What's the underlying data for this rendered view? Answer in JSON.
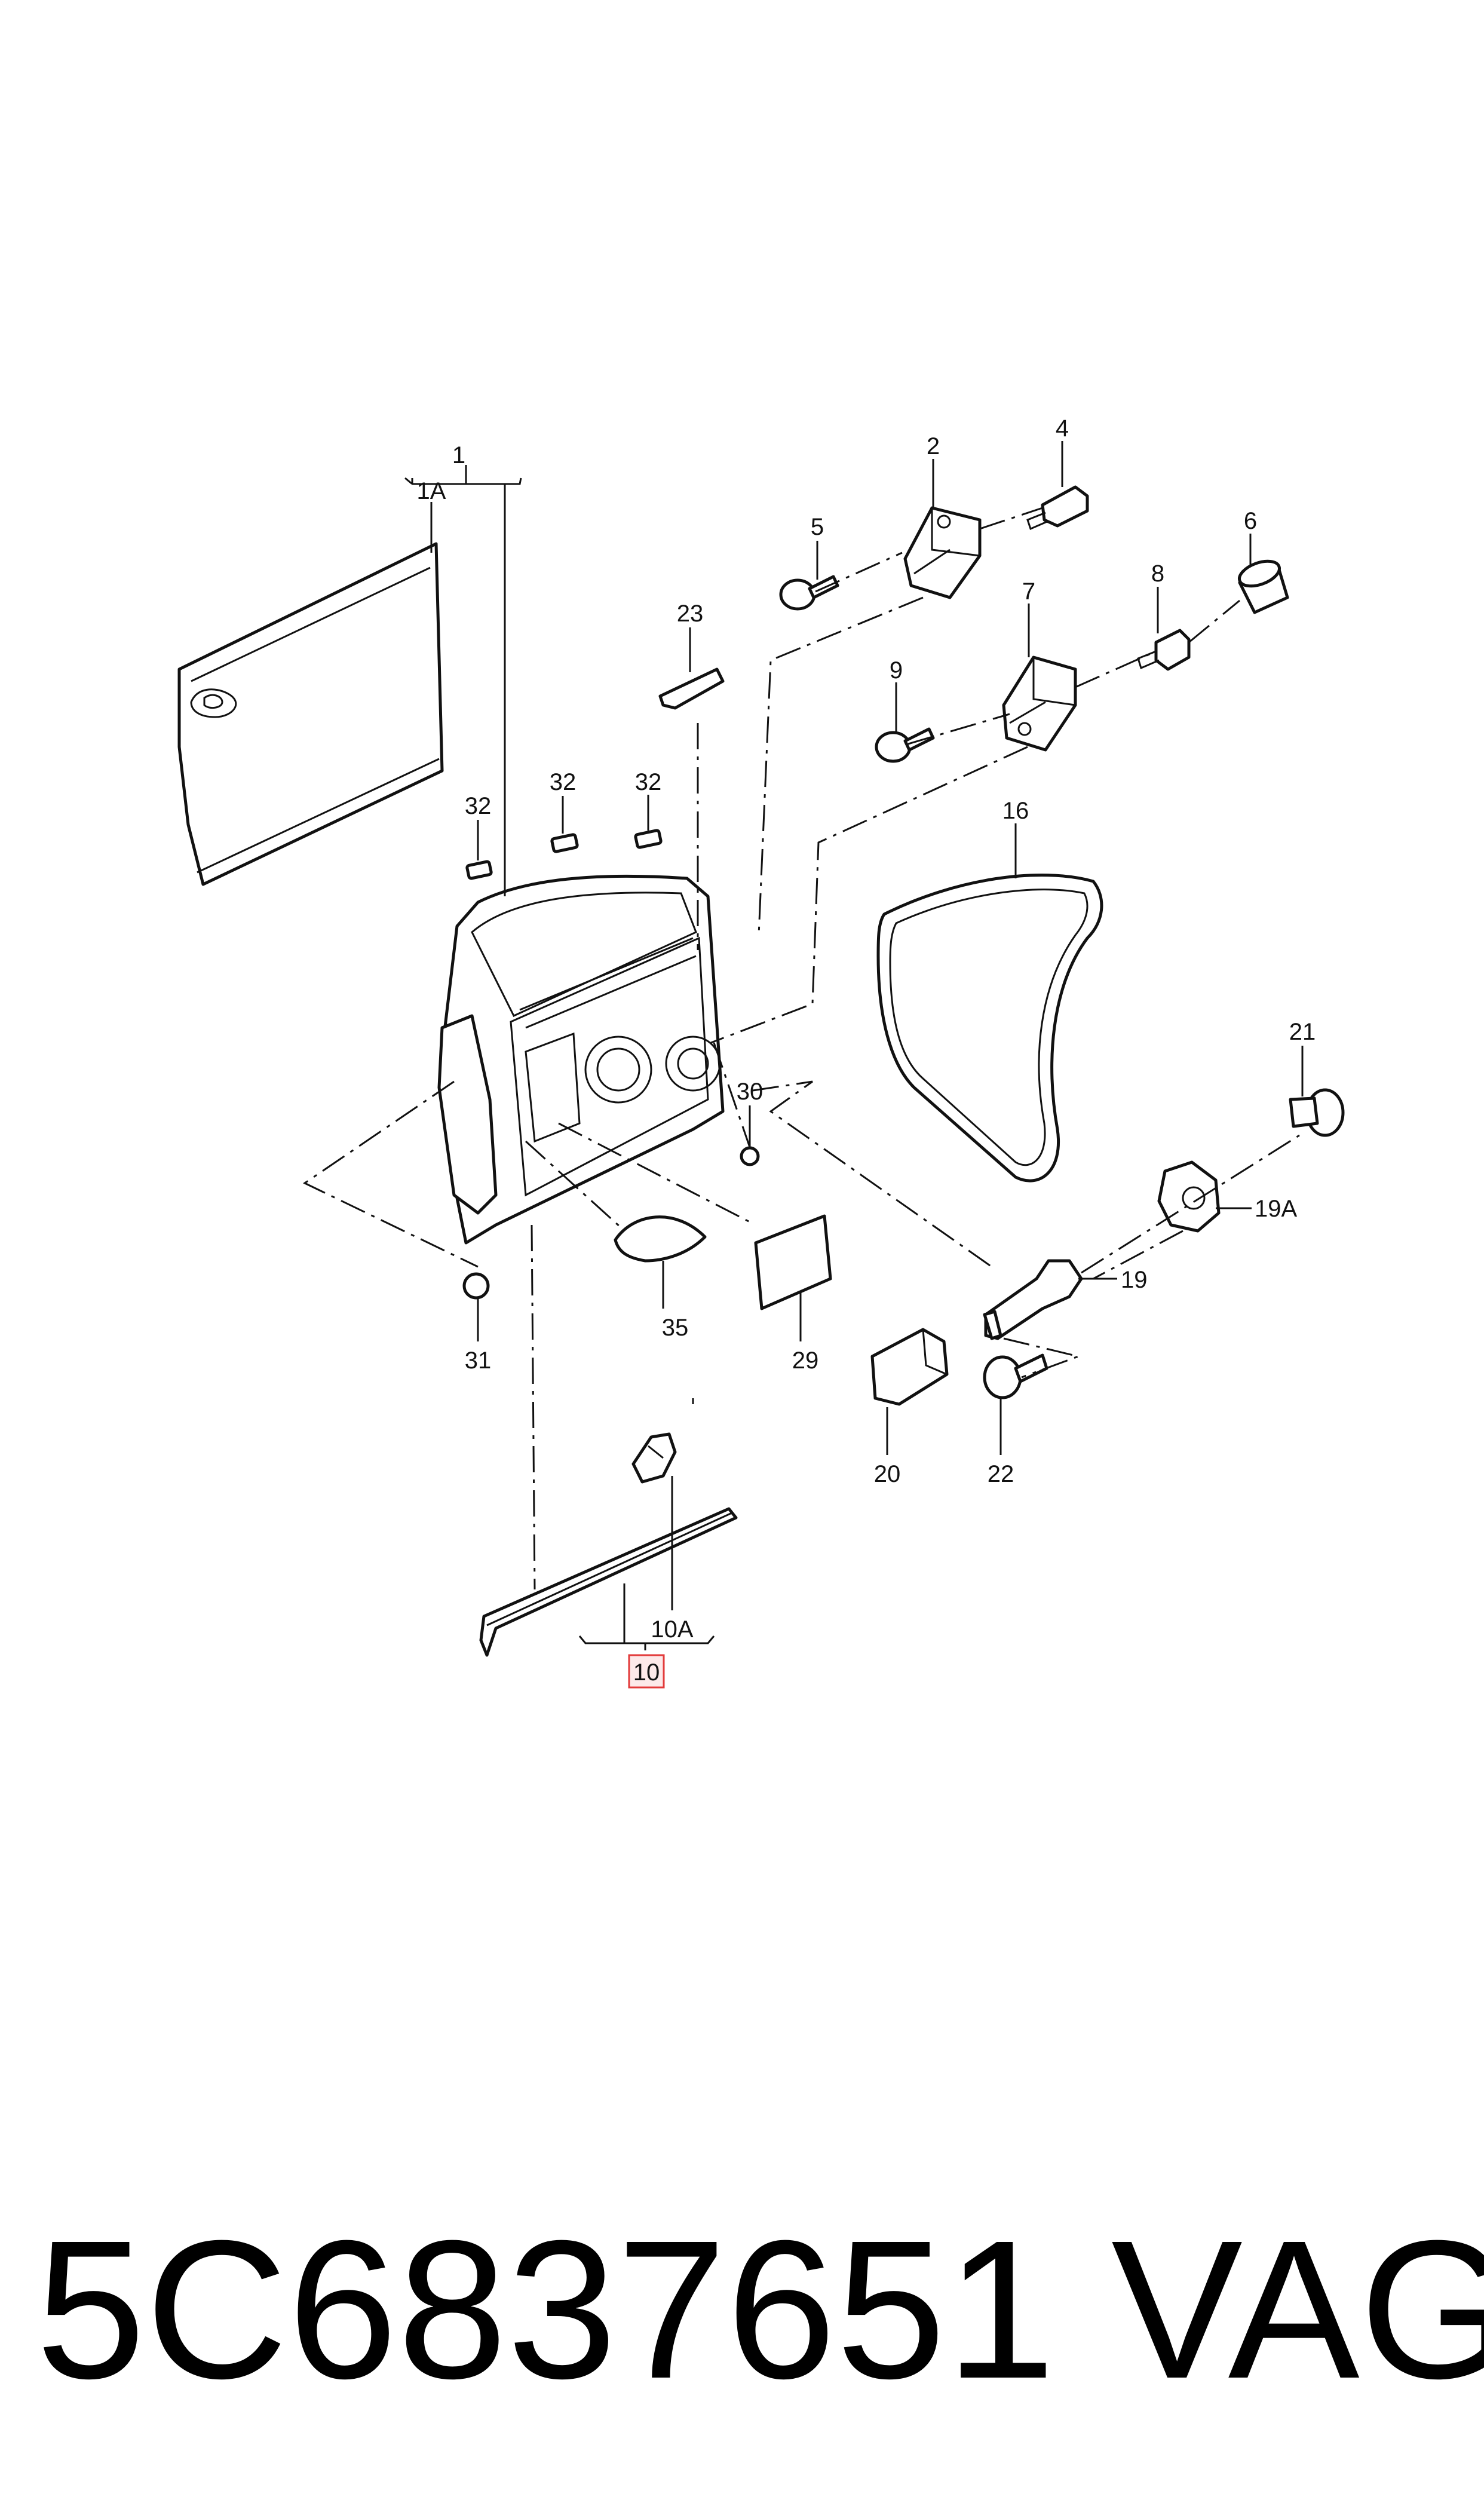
{
  "callouts": {
    "c1": "1",
    "c1A": "1A",
    "c2": "2",
    "c4": "4",
    "c5": "5",
    "c6": "6",
    "c7": "7",
    "c8": "8",
    "c9": "9",
    "c10": "10",
    "c10A": "10A",
    "c16": "16",
    "c19": "19",
    "c19A": "19A",
    "c20": "20",
    "c21": "21",
    "c22": "22",
    "c23": "23",
    "c29": "29",
    "c30": "30",
    "c31": "31",
    "c32a": "32",
    "c32b": "32",
    "c32c": "32",
    "c35": "35"
  },
  "highlight": {
    "callout": "10",
    "color": "#e23a3a"
  },
  "footer": {
    "part_number": "5C6837651",
    "brand": "VAG"
  }
}
